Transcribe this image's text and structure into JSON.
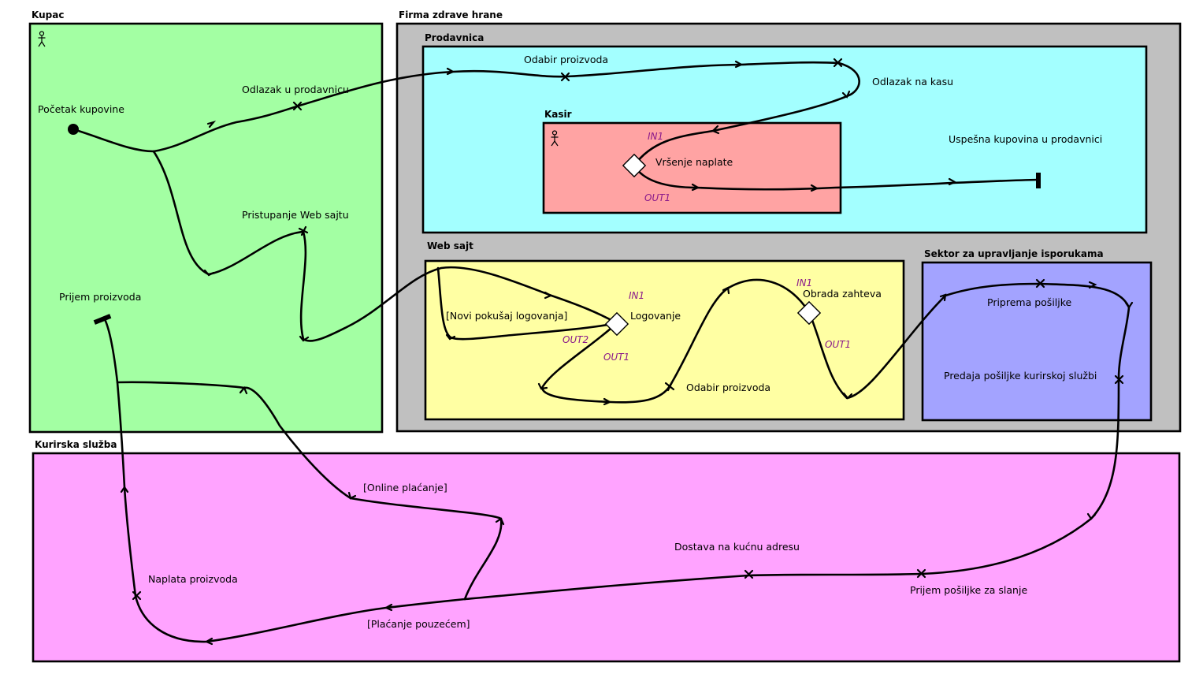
{
  "lanes": {
    "kupac": "Kupac",
    "firma": "Firma zdrave hrane",
    "prodavnica": "Prodavnica",
    "kasir": "Kasir",
    "web_sajt": "Web sajt",
    "sektor": "Sektor za upravljanje isporukama",
    "kurirska": "Kurirska služba"
  },
  "colors": {
    "kupac": "#a3ffa3",
    "firma": "#c0c0c0",
    "prodavnica": "#a3ffff",
    "kasir": "#ffa3a3",
    "web_sajt": "#ffffa3",
    "sektor": "#a3a3ff",
    "kurirska": "#ffa3ff",
    "port_text": "#8b1a8b"
  },
  "steps": {
    "pocetak": "Početak kupovine",
    "odlazak_prodavnica": "Odlazak u prodavnicu",
    "pristupanje_web": "Pristupanje Web sajtu",
    "prijem_proizvoda": "Prijem proizvoda",
    "odabir_prodavnica": "Odabir  proizvoda",
    "odlazak_kasa": "Odlazak na kasu",
    "vrsenje_naplate": "Vršenje naplate",
    "uspesna_kupovina": "Uspešna kupovina u prodavnici",
    "novi_pokusaj": "[Novi pokušaj logovanja]",
    "logovanje": "Logovanje",
    "odabir_web": "Odabir proizvoda",
    "obrada_zahteva": "Obrada zahteva",
    "priprema": "Priprema pošiljke",
    "predaja": "Predaja pošiljke kurirskoj službi",
    "online_placanje": "[Online plaćanje]",
    "dostava": "Dostava na kućnu adresu",
    "prijem_posiljke": "Prijem pošiljke za slanje",
    "naplata": "Naplata proizvoda",
    "placanje_pouzecem": "[Plaćanje pouzećem]"
  },
  "ports": {
    "kasir_in": "IN1",
    "kasir_out": "OUT1",
    "log_in": "IN1",
    "log_out2": "OUT2",
    "log_out1": "OUT1",
    "obrada_in": "IN1",
    "obrada_out": "OUT1"
  },
  "icons": {
    "actor": "stick-figure-icon",
    "start": "filled-circle",
    "end": "bar",
    "decision": "diamond"
  }
}
